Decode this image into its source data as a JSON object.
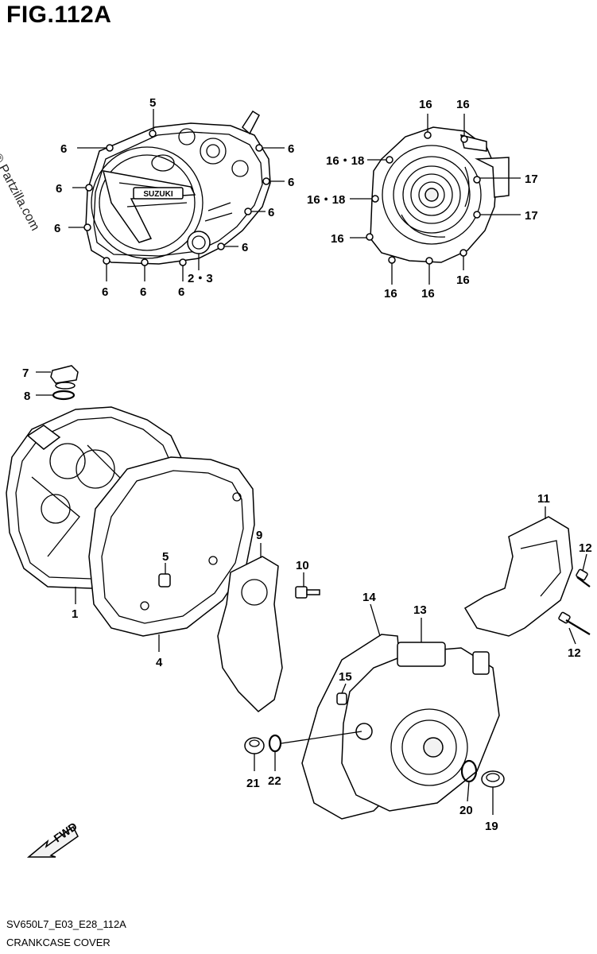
{
  "figure": {
    "title": "FIG.112A",
    "watermark": "© Partzilla.com",
    "code": "SV650L7_E03_E28_112A",
    "caption": "CRANKCASE COVER",
    "fwd_label": "FWD",
    "cover_logo": "SUZUKI"
  },
  "callouts": {
    "c5_top": "5",
    "c6_a": "6",
    "c6_b": "6",
    "c6_c": "6",
    "c6_d": "6",
    "c6_e": "6",
    "c6_f": "6",
    "c6_g": "6",
    "c6_h": "6",
    "c6_i": "6",
    "c6_j": "6",
    "c23": "2・3",
    "c16_a": "16",
    "c16_b": "16",
    "c16_c": "16",
    "c16_d": "16",
    "c16_e": "16",
    "c16_f": "16",
    "c1618_a": "16・18",
    "c1618_b": "16・18",
    "c17_a": "17",
    "c17_b": "17",
    "c7": "7",
    "c8": "8",
    "c1": "1",
    "c4": "4",
    "c5_mid": "5",
    "c9": "9",
    "c10": "10",
    "c11": "11",
    "c12_a": "12",
    "c12_b": "12",
    "c13": "13",
    "c14": "14",
    "c15": "15",
    "c19": "19",
    "c20": "20",
    "c21": "21",
    "c22": "22"
  }
}
